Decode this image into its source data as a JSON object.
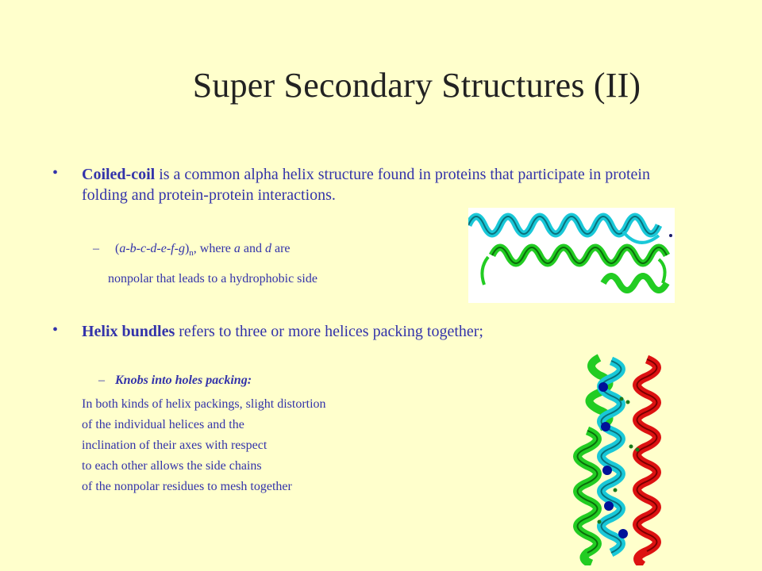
{
  "slide": {
    "title": "Super Secondary Structures (II)",
    "bullet1": {
      "marker": "•",
      "term": "Coiled-coil",
      "text": " is a common alpha helix structure found in proteins that participate in protein folding and protein-protein interactions."
    },
    "sub1": {
      "marker": "–",
      "formula_open": "(",
      "formula_seq": "a-b-c-d-e-f-g",
      "formula_close": ")",
      "subscript": "n",
      "text_a": ", where ",
      "a": "a",
      "and": " and ",
      "d": "d",
      "are": " are",
      "line2": "nonpolar that leads to a hydrophobic side"
    },
    "bullet2": {
      "marker": "•",
      "term": "Helix bundles",
      "text": " refers to three or more helices packing together;"
    },
    "sub2": {
      "marker": "–",
      "heading": "Knobs into holes packing:",
      "lines": [
        "In both kinds of helix packings, slight distortion",
        "of the individual helices and the",
        "inclination of their axes with respect",
        "to each other allows the side chains",
        "of the nonpolar residues to mesh together"
      ]
    }
  },
  "colors": {
    "background": "#ffffcc",
    "text_blue": "#3333aa",
    "title": "#222222",
    "helix_cyan": "#19c8d8",
    "helix_green": "#22cc22",
    "helix_red": "#dd1111",
    "helix_navy": "#001199"
  }
}
